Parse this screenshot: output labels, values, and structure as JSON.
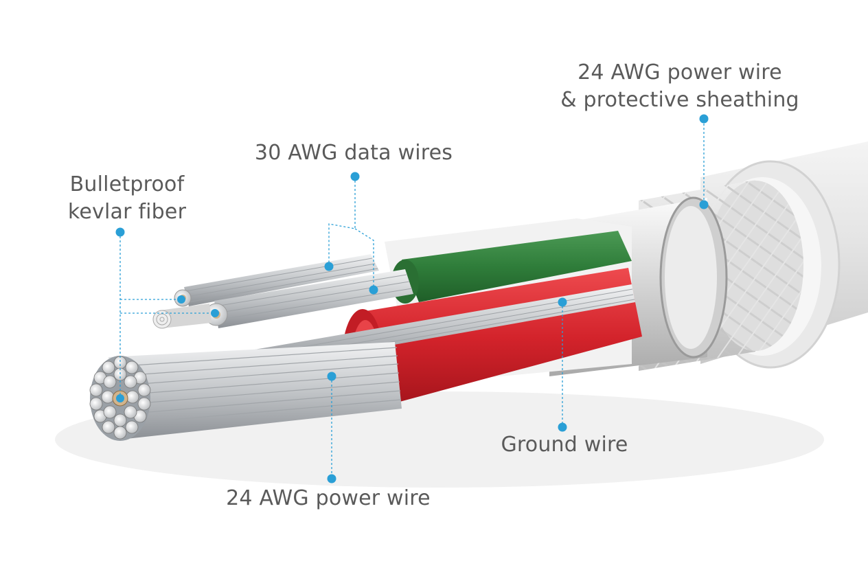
{
  "labels": {
    "sheath_line1": "24 AWG power wire",
    "sheath_line2": "& protective sheathing",
    "data_wires": "30 AWG data wires",
    "kevlar_line1": "Bulletproof",
    "kevlar_line2": "kevlar fiber",
    "ground_wire": "Ground wire",
    "power_wire": "24 AWG power wire"
  },
  "colors": {
    "callout": "#2a9fd6",
    "label_text": "#5a5a5a",
    "green_insulation": "#2f7d3a",
    "red_insulation": "#d3232b",
    "outer_jacket": "#e6e6e6",
    "braid": "#d9d9d9",
    "metal": "#c7c9cc"
  }
}
